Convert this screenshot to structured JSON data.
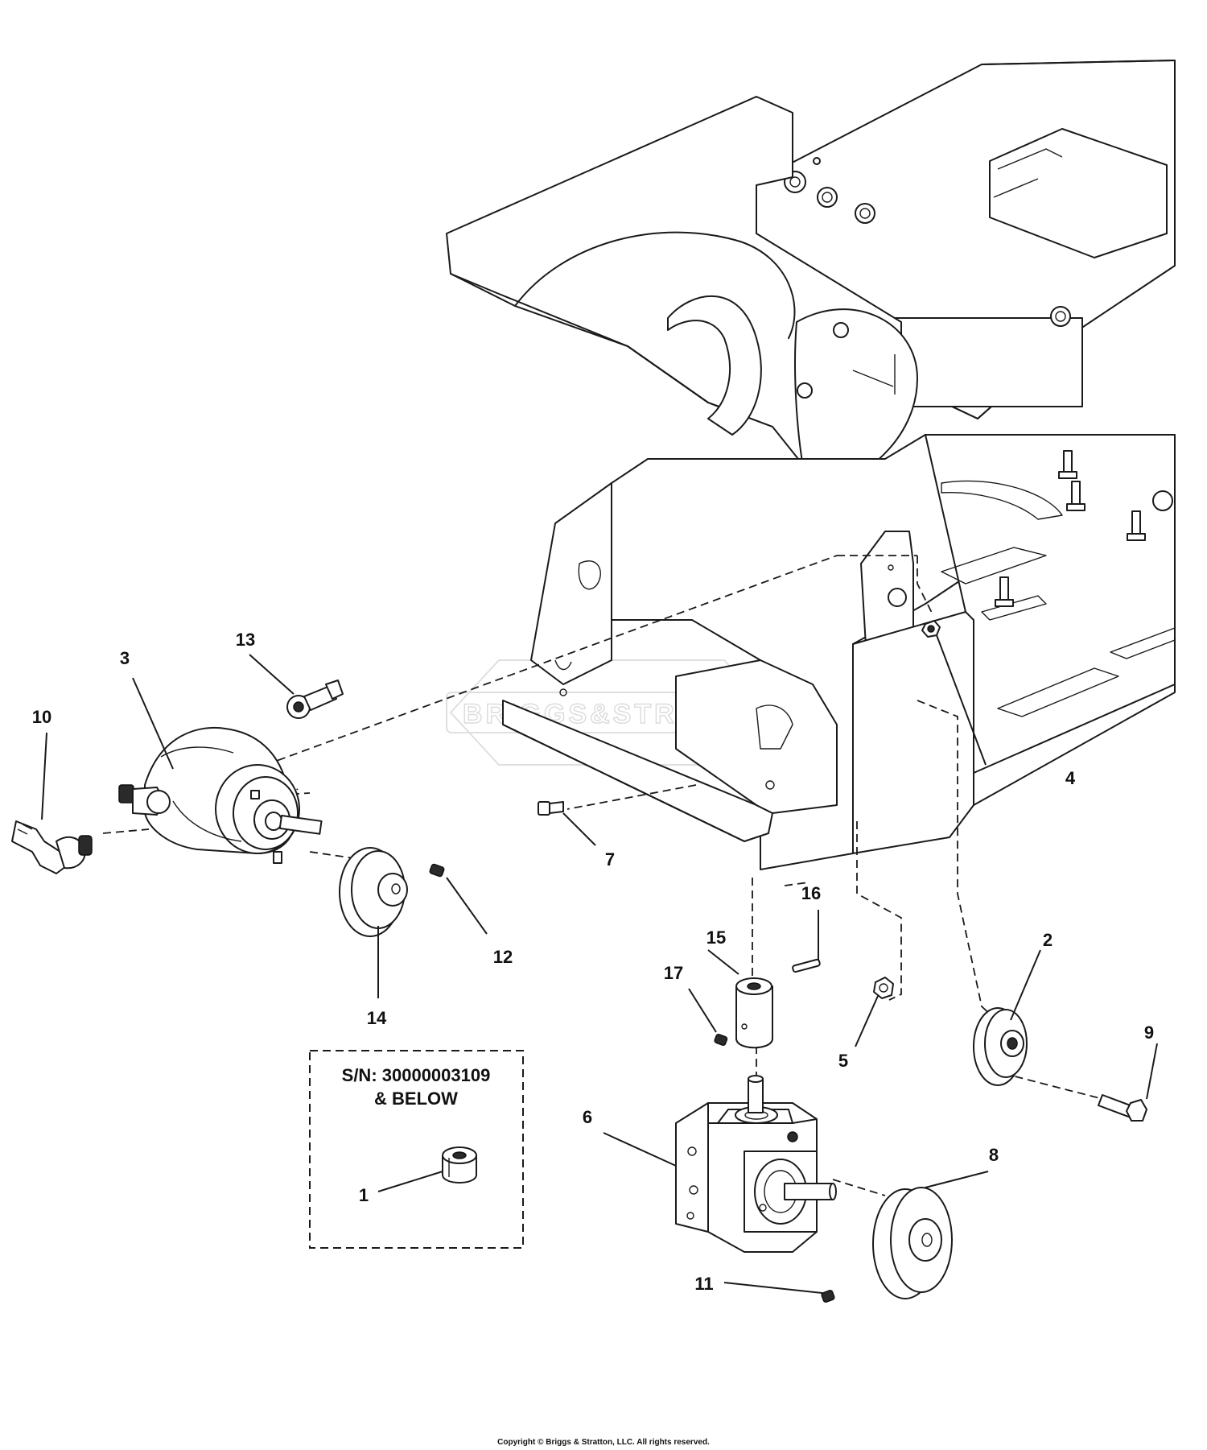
{
  "callouts": [
    "1",
    "2",
    "3",
    "4",
    "5",
    "6",
    "7",
    "8",
    "9",
    "10",
    "11",
    "12",
    "13",
    "14",
    "15",
    "16",
    "17"
  ],
  "serial_note": {
    "line1": "S/N: 30000003109",
    "line2": "& BELOW"
  },
  "watermark": "BRIGGS&STRATTON",
  "copyright": "Copyright © Briggs & Stratton, LLC. All rights reserved."
}
